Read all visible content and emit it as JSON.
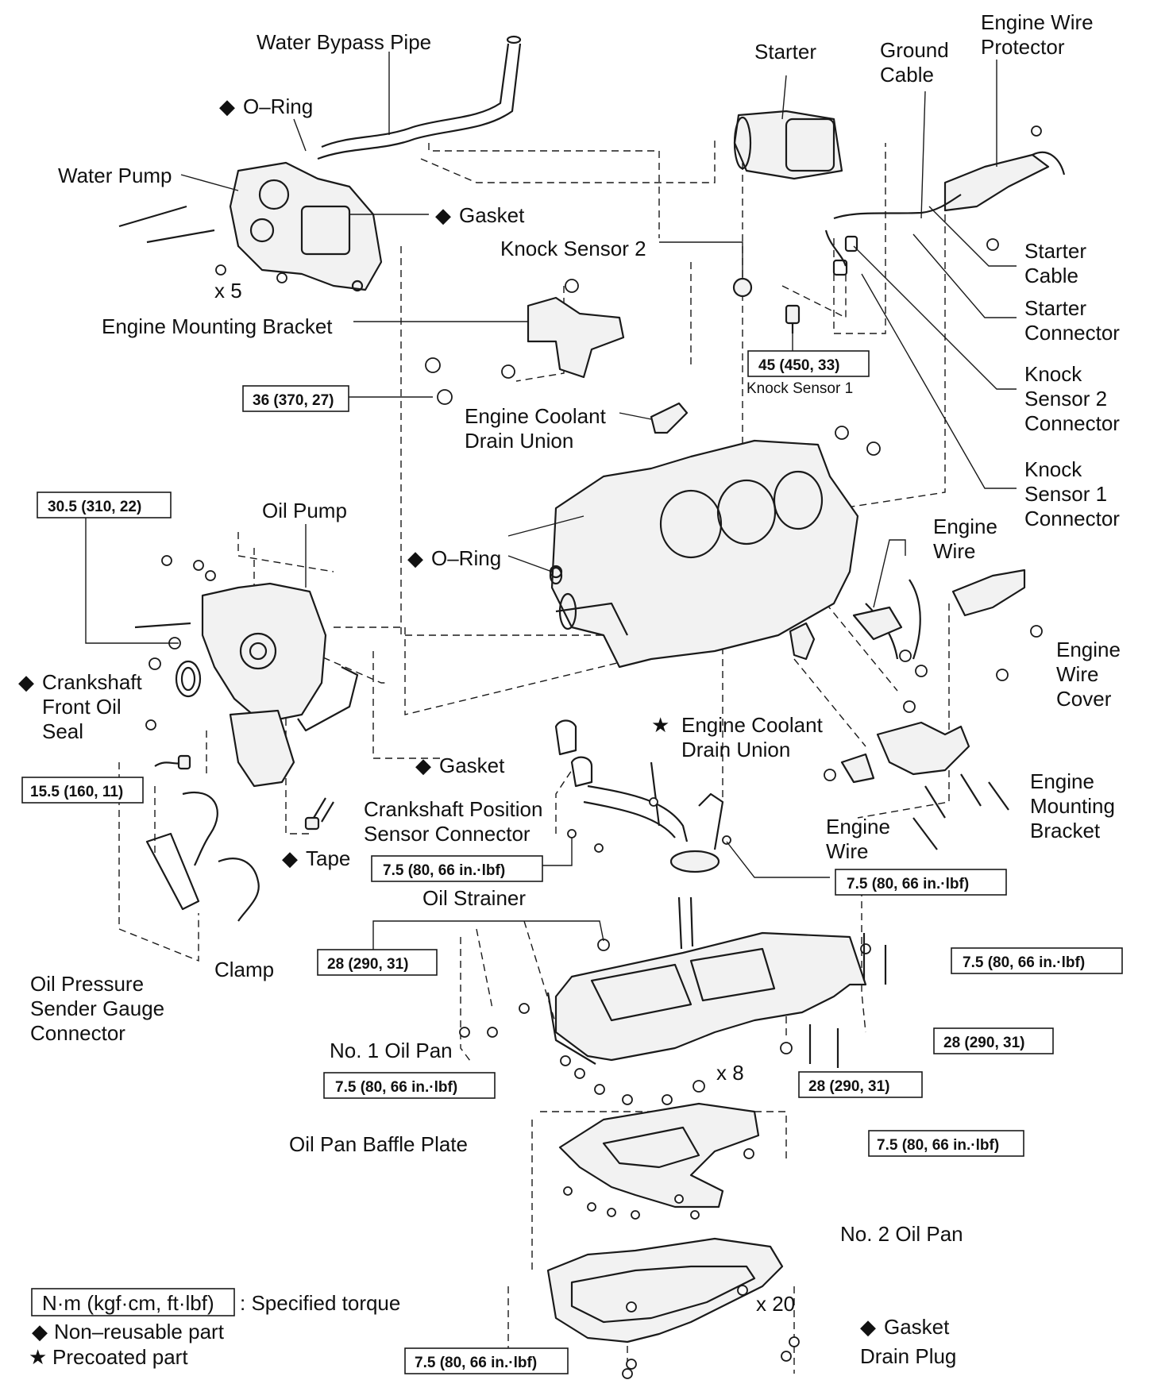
{
  "labels": {
    "water_bypass_pipe": "Water Bypass Pipe",
    "o_ring_top": "O–Ring",
    "water_pump": "Water Pump",
    "gasket_top": "Gasket",
    "x5": "x 5",
    "starter": "Starter",
    "ground_cable_1": "Ground",
    "ground_cable_2": "Cable",
    "engine_wire_protector_1": "Engine Wire",
    "engine_wire_protector_2": "Protector",
    "starter_cable_1": "Starter",
    "starter_cable_2": "Cable",
    "starter_connector_1": "Starter",
    "starter_connector_2": "Connector",
    "knock_sensor_2": "Knock Sensor 2",
    "knock_sensor_2_connector_1": "Knock",
    "knock_sensor_2_connector_2": "Sensor 2",
    "knock_sensor_2_connector_3": "Connector",
    "knock_sensor_1": "Knock Sensor 1",
    "knock_sensor_1_connector_1": "Knock",
    "knock_sensor_1_connector_2": "Sensor 1",
    "knock_sensor_1_connector_3": "Connector",
    "engine_mounting_bracket_top": "Engine Mounting Bracket",
    "engine_coolant_drain_union_top_1": "Engine Coolant",
    "engine_coolant_drain_union_top_2": "Drain Union",
    "oil_pump": "Oil Pump",
    "o_ring_mid": "O–Ring",
    "engine_wire_upper_1": "Engine",
    "engine_wire_upper_2": "Wire",
    "engine_wire_cover_1": "Engine",
    "engine_wire_cover_2": "Wire",
    "engine_wire_cover_3": "Cover",
    "crankshaft_front_oil_seal_1": "Crankshaft",
    "crankshaft_front_oil_seal_2": "Front Oil",
    "crankshaft_front_oil_seal_3": "Seal",
    "engine_coolant_drain_union_mid_1": "Engine Coolant",
    "engine_coolant_drain_union_mid_2": "Drain Union",
    "gasket_mid": "Gasket",
    "crankshaft_position_sensor_connector_1": "Crankshaft Position",
    "crankshaft_position_sensor_connector_2": "Sensor Connector",
    "tape": "Tape",
    "engine_mounting_bracket_right_1": "Engine",
    "engine_mounting_bracket_right_2": "Mounting",
    "engine_mounting_bracket_right_3": "Bracket",
    "engine_wire_lower_1": "Engine",
    "engine_wire_lower_2": "Wire",
    "oil_strainer": "Oil Strainer",
    "clamp": "Clamp",
    "oil_pressure_sender_1": "Oil Pressure",
    "oil_pressure_sender_2": "Sender Gauge",
    "oil_pressure_sender_3": "Connector",
    "no1_oil_pan": "No. 1 Oil Pan",
    "x8": "x 8",
    "oil_pan_baffle_plate": "Oil Pan Baffle Plate",
    "no2_oil_pan": "No. 2 Oil Pan",
    "x20": "x 20",
    "gasket_bottom": "Gasket",
    "drain_plug": "Drain Plug"
  },
  "torques": {
    "t_36": "36 (370, 27)",
    "t_45": "45 (450, 33)",
    "t_30_5": "30.5 (310, 22)",
    "t_15_5": "15.5 (160, 11)",
    "t_7_5_a": "7.5 (80, 66 in.·lbf)",
    "t_7_5_b": "7.5 (80, 66 in.·lbf)",
    "t_28_a": "28 (290, 31)",
    "t_7_5_c": "7.5 (80, 66 in.·lbf)",
    "t_28_b": "28 (290, 31)",
    "t_7_5_d": "7.5 (80, 66 in.·lbf)",
    "t_28_c": "28 (290, 31)",
    "t_7_5_e": "7.5 (80, 66 in.·lbf)",
    "t_7_5_f": "7.5 (80, 66 in.·lbf)"
  },
  "legend": {
    "torque_box": "N·m (kgf·cm, ft·lbf)",
    "torque_desc": ": Specified torque",
    "non_reusable": "Non–reusable part",
    "precoated": "Precoated part"
  },
  "symbols": {
    "diamond": "◆",
    "star": "★"
  }
}
